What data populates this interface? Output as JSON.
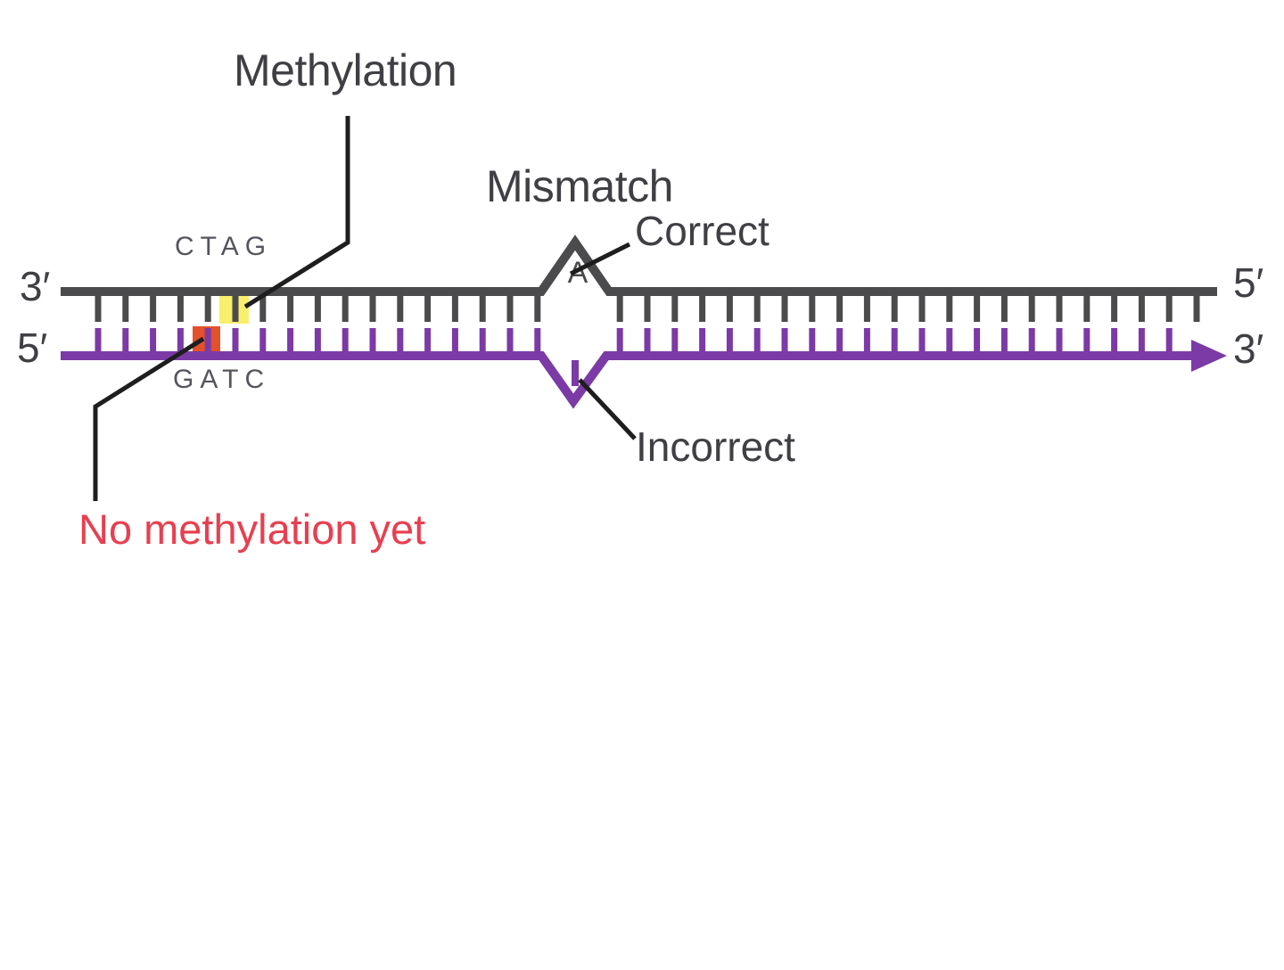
{
  "diagram": {
    "labels": {
      "methylation": "Methylation",
      "mismatch": "Mismatch",
      "correct": "Correct",
      "incorrect": "Incorrect",
      "no_methylation": "No methylation yet",
      "template_sequence": "CTAG",
      "new_sequence": "GATC",
      "template_left_end": "3′",
      "new_left_end": "5′",
      "template_right_end": "5′",
      "new_right_end": "3′",
      "correct_base": "A"
    },
    "colors": {
      "template_strand": "#4b4b4d",
      "new_strand": "#7b3aa5",
      "methylation_highlight": "#f8ef6d",
      "no_methylation_highlight": "#e2512b",
      "leader_line": "#1e1e1e",
      "label_text": "#3f3f44",
      "sequence_text": "#55555e",
      "warning_text": "#e83f50"
    }
  }
}
